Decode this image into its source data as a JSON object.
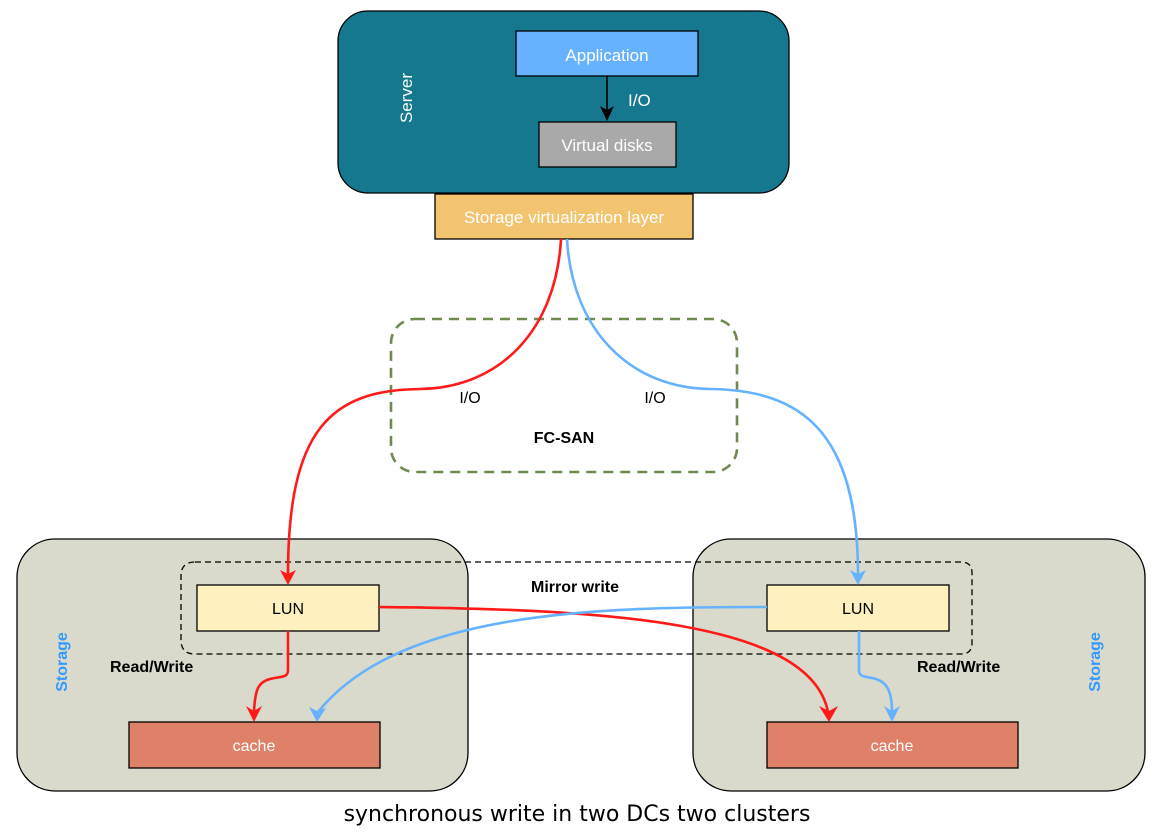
{
  "diagram": {
    "caption": "synchronous write in two DCs two clusters",
    "server": {
      "label": "Server",
      "application": "Application",
      "io_label": "I/O",
      "virtual_disks": "Virtual disks"
    },
    "virtualization_layer": "Storage virtualization layer",
    "fc_san": {
      "label": "FC-SAN",
      "io_left": "I/O",
      "io_right": "I/O"
    },
    "mirror": {
      "label": "Mirror write"
    },
    "storage_left": {
      "label": "Storage",
      "lun": "LUN",
      "cache": "cache",
      "rw_label": "Read/Write"
    },
    "storage_right": {
      "label": "Storage",
      "lun": "LUN",
      "cache": "cache",
      "rw_label": "Read/Write"
    },
    "colors": {
      "server": "#16788f",
      "application": "#66b2ff",
      "virtual_disks": "#a9a9a9",
      "virtualization_layer": "#f2c46f",
      "storage": "#d9d9cc",
      "lun": "#fff0c0",
      "cache": "#df8068",
      "red_path": "#ff1a1a",
      "blue_path": "#66b2ff",
      "fc_san_border": "#6f8a4f",
      "storage_label": "#3399ff"
    }
  }
}
